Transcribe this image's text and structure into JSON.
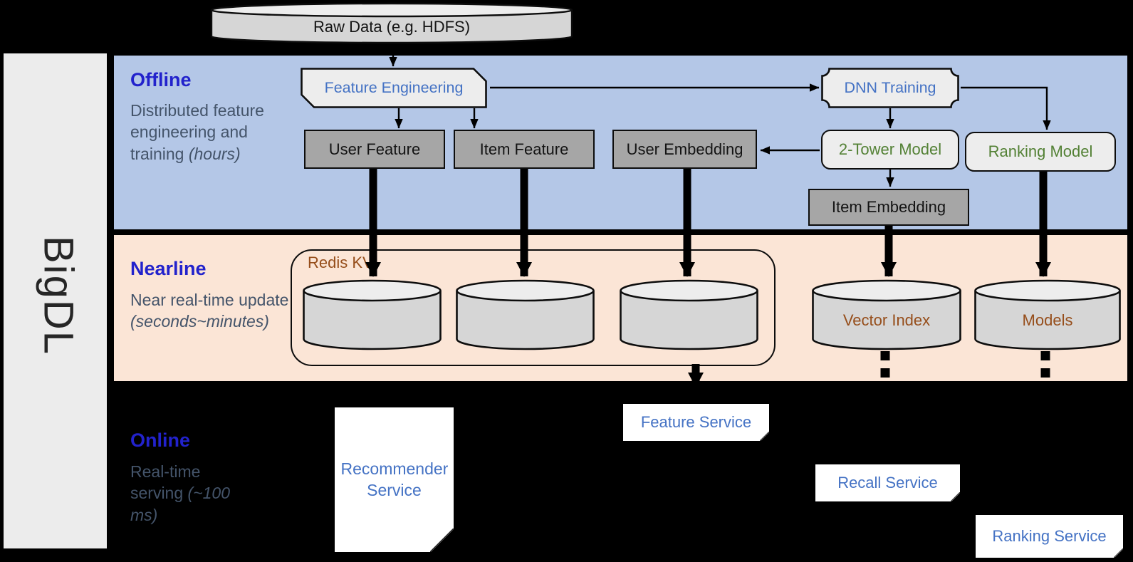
{
  "brand": "BigDL",
  "raw_data": "Raw Data (e.g. HDFS)",
  "zones": {
    "offline": {
      "title": "Offline",
      "desc": "Distributed feature engineering and training",
      "desc_italic": "(hours)"
    },
    "nearline": {
      "title": "Nearline",
      "desc": "Near real-time update",
      "desc_italic": "(seconds~minutes)"
    },
    "online": {
      "title": "Online",
      "desc": "Real-time serving",
      "desc_italic": "(~100 ms)"
    }
  },
  "nodes": {
    "feature_engineering": "Feature Engineering",
    "dnn_training": "DNN Training",
    "user_feature": "User Feature",
    "item_feature": "Item Feature",
    "user_embedding": "User Embedding",
    "two_tower_model": "2-Tower Model",
    "ranking_model": "Ranking Model",
    "item_embedding": "Item Embedding",
    "redis_kv": "Redis KV",
    "vector_index": "Vector Index",
    "models": "Models",
    "feature_service": "Feature Service",
    "recommender_service": "Recommender Service",
    "recall_service": "Recall Service",
    "ranking_service": "Ranking Service"
  },
  "colors": {
    "background": "#000000",
    "offline_band": "#b4c7e7",
    "nearline_band": "#fbe5d6",
    "sidebar_gray": "#ececec",
    "zone_title_blue": "#2222cc",
    "zone_desc_gray": "#44546a",
    "node_text_blue": "#4472c4",
    "model_text_green": "#538135",
    "storage_text_brown": "#964e1b",
    "dark_box_gray": "#a6a6a6",
    "light_box_gray": "#ededed",
    "cylinder_gray": "#d6d6d6",
    "service_box_white": "#ffffff"
  }
}
